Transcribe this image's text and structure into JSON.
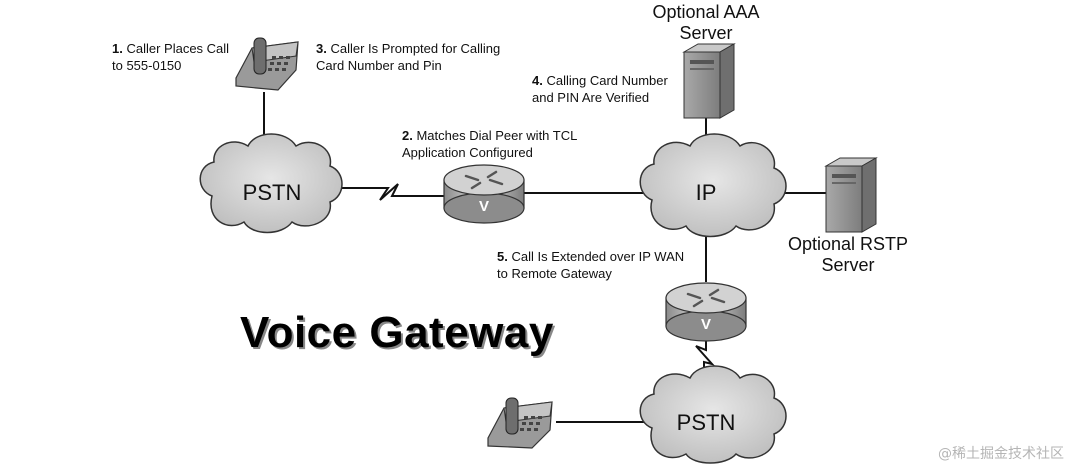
{
  "title": "Voice Gateway",
  "watermark": "@稀土掘金技术社区",
  "clouds": {
    "pstn_top": "PSTN",
    "ip": "IP",
    "pstn_bottom": "PSTN"
  },
  "servers": {
    "aaa": "Optional AAA\nServer",
    "rstp": "Optional RSTP\nServer"
  },
  "steps": [
    {
      "num": "1.",
      "text": "Caller Places Call\nto 555-0150"
    },
    {
      "num": "2.",
      "text": "Matches Dial Peer with TCL\nApplication Configured"
    },
    {
      "num": "3.",
      "text": "Caller Is Prompted for Calling\nCard Number and Pin"
    },
    {
      "num": "4.",
      "text": "Calling Card Number\nand PIN Are Verified"
    },
    {
      "num": "5.",
      "text": "Call Is Extended over IP WAN\nto Remote Gateway"
    }
  ],
  "router_glyph": "V",
  "colors": {
    "line": "#111111",
    "cloud_fill": "#c8c8c8",
    "device": "#9a9a9a"
  }
}
